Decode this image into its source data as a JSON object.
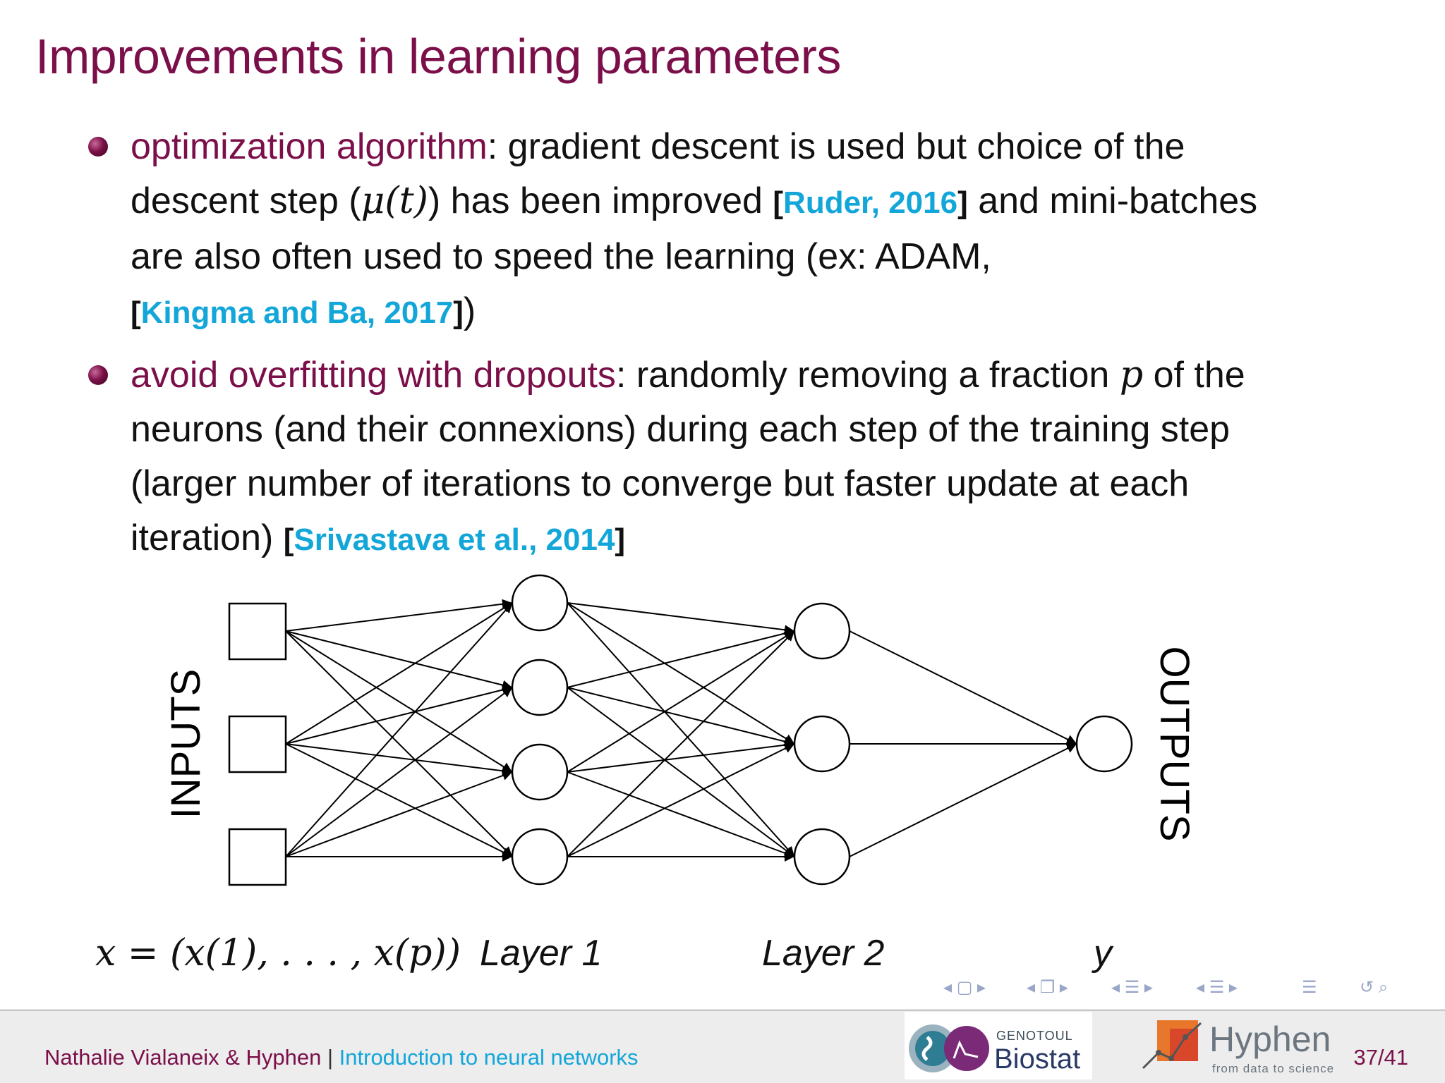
{
  "slide": {
    "title": "Improvements in learning parameters",
    "page_number": "37/41"
  },
  "bullets": [
    {
      "keyword": "optimization algorithm",
      "text_a": ": gradient descent is used but choice of the",
      "text_b": "descent step (",
      "math": "μ(t)",
      "text_c": ") has been improved",
      "cite1": "Ruder, 2016",
      "text_d": "and mini-batches",
      "text_e": "are also often used to speed the learning (ex: ADAM,",
      "cite2": "Kingma and Ba, 2017",
      "text_f": ")"
    },
    {
      "keyword": "avoid overfitting with dropouts",
      "text_a": ": randomly removing a fraction",
      "math": "p",
      "text_b": "of the",
      "text_c": "neurons (and their connexions) during each step of the training step",
      "text_d": "(larger number of iterations to converge but faster update at each",
      "text_e": "iteration)",
      "cite": "Srivastava et al., 2014"
    }
  ],
  "diagram": {
    "inputs_label": "INPUTS",
    "outputs_label": "OUTPUTS",
    "input_formula": "x = (x(1), . . . , x(p))",
    "layer1_label": "Layer 1",
    "layer2_label": "Layer 2",
    "output_label": "y",
    "stroke_color": "#000000"
  },
  "footer": {
    "authors": "Nathalie Vialaneix & Hyphen",
    "separator": "|",
    "talk_title": "Introduction to neural networks",
    "biostat_small": "GENOTOUL",
    "biostat_big": "Biostat",
    "hyphen_name": "Hyphen",
    "hyphen_tagline": "from data to science"
  },
  "colors": {
    "title": "#7b0f4a",
    "citation": "#13a6d9",
    "nav": "#9aa6c8"
  }
}
